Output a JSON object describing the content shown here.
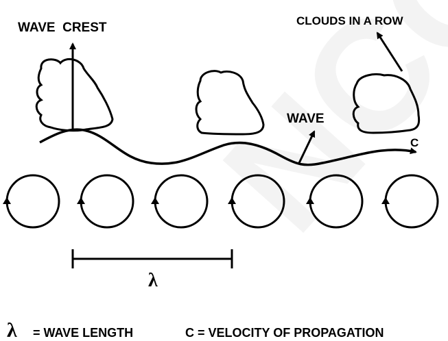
{
  "watermark": "NCO",
  "labels": {
    "wave_crest": "WAVE  CREST",
    "clouds_in_a_row": "CLOUDS IN A ROW",
    "wave": "WAVE",
    "c": "C",
    "lambda": "λ"
  },
  "legend": {
    "lambda_symbol": "λ",
    "wave_length": "= WAVE LENGTH",
    "velocity": "C = VELOCITY OF PROPAGATION"
  },
  "circulation_cells": 6,
  "cloud_count": 3,
  "colors": {
    "ink": "#000000",
    "watermark": "#f2f2f2",
    "background": "#ffffff"
  }
}
